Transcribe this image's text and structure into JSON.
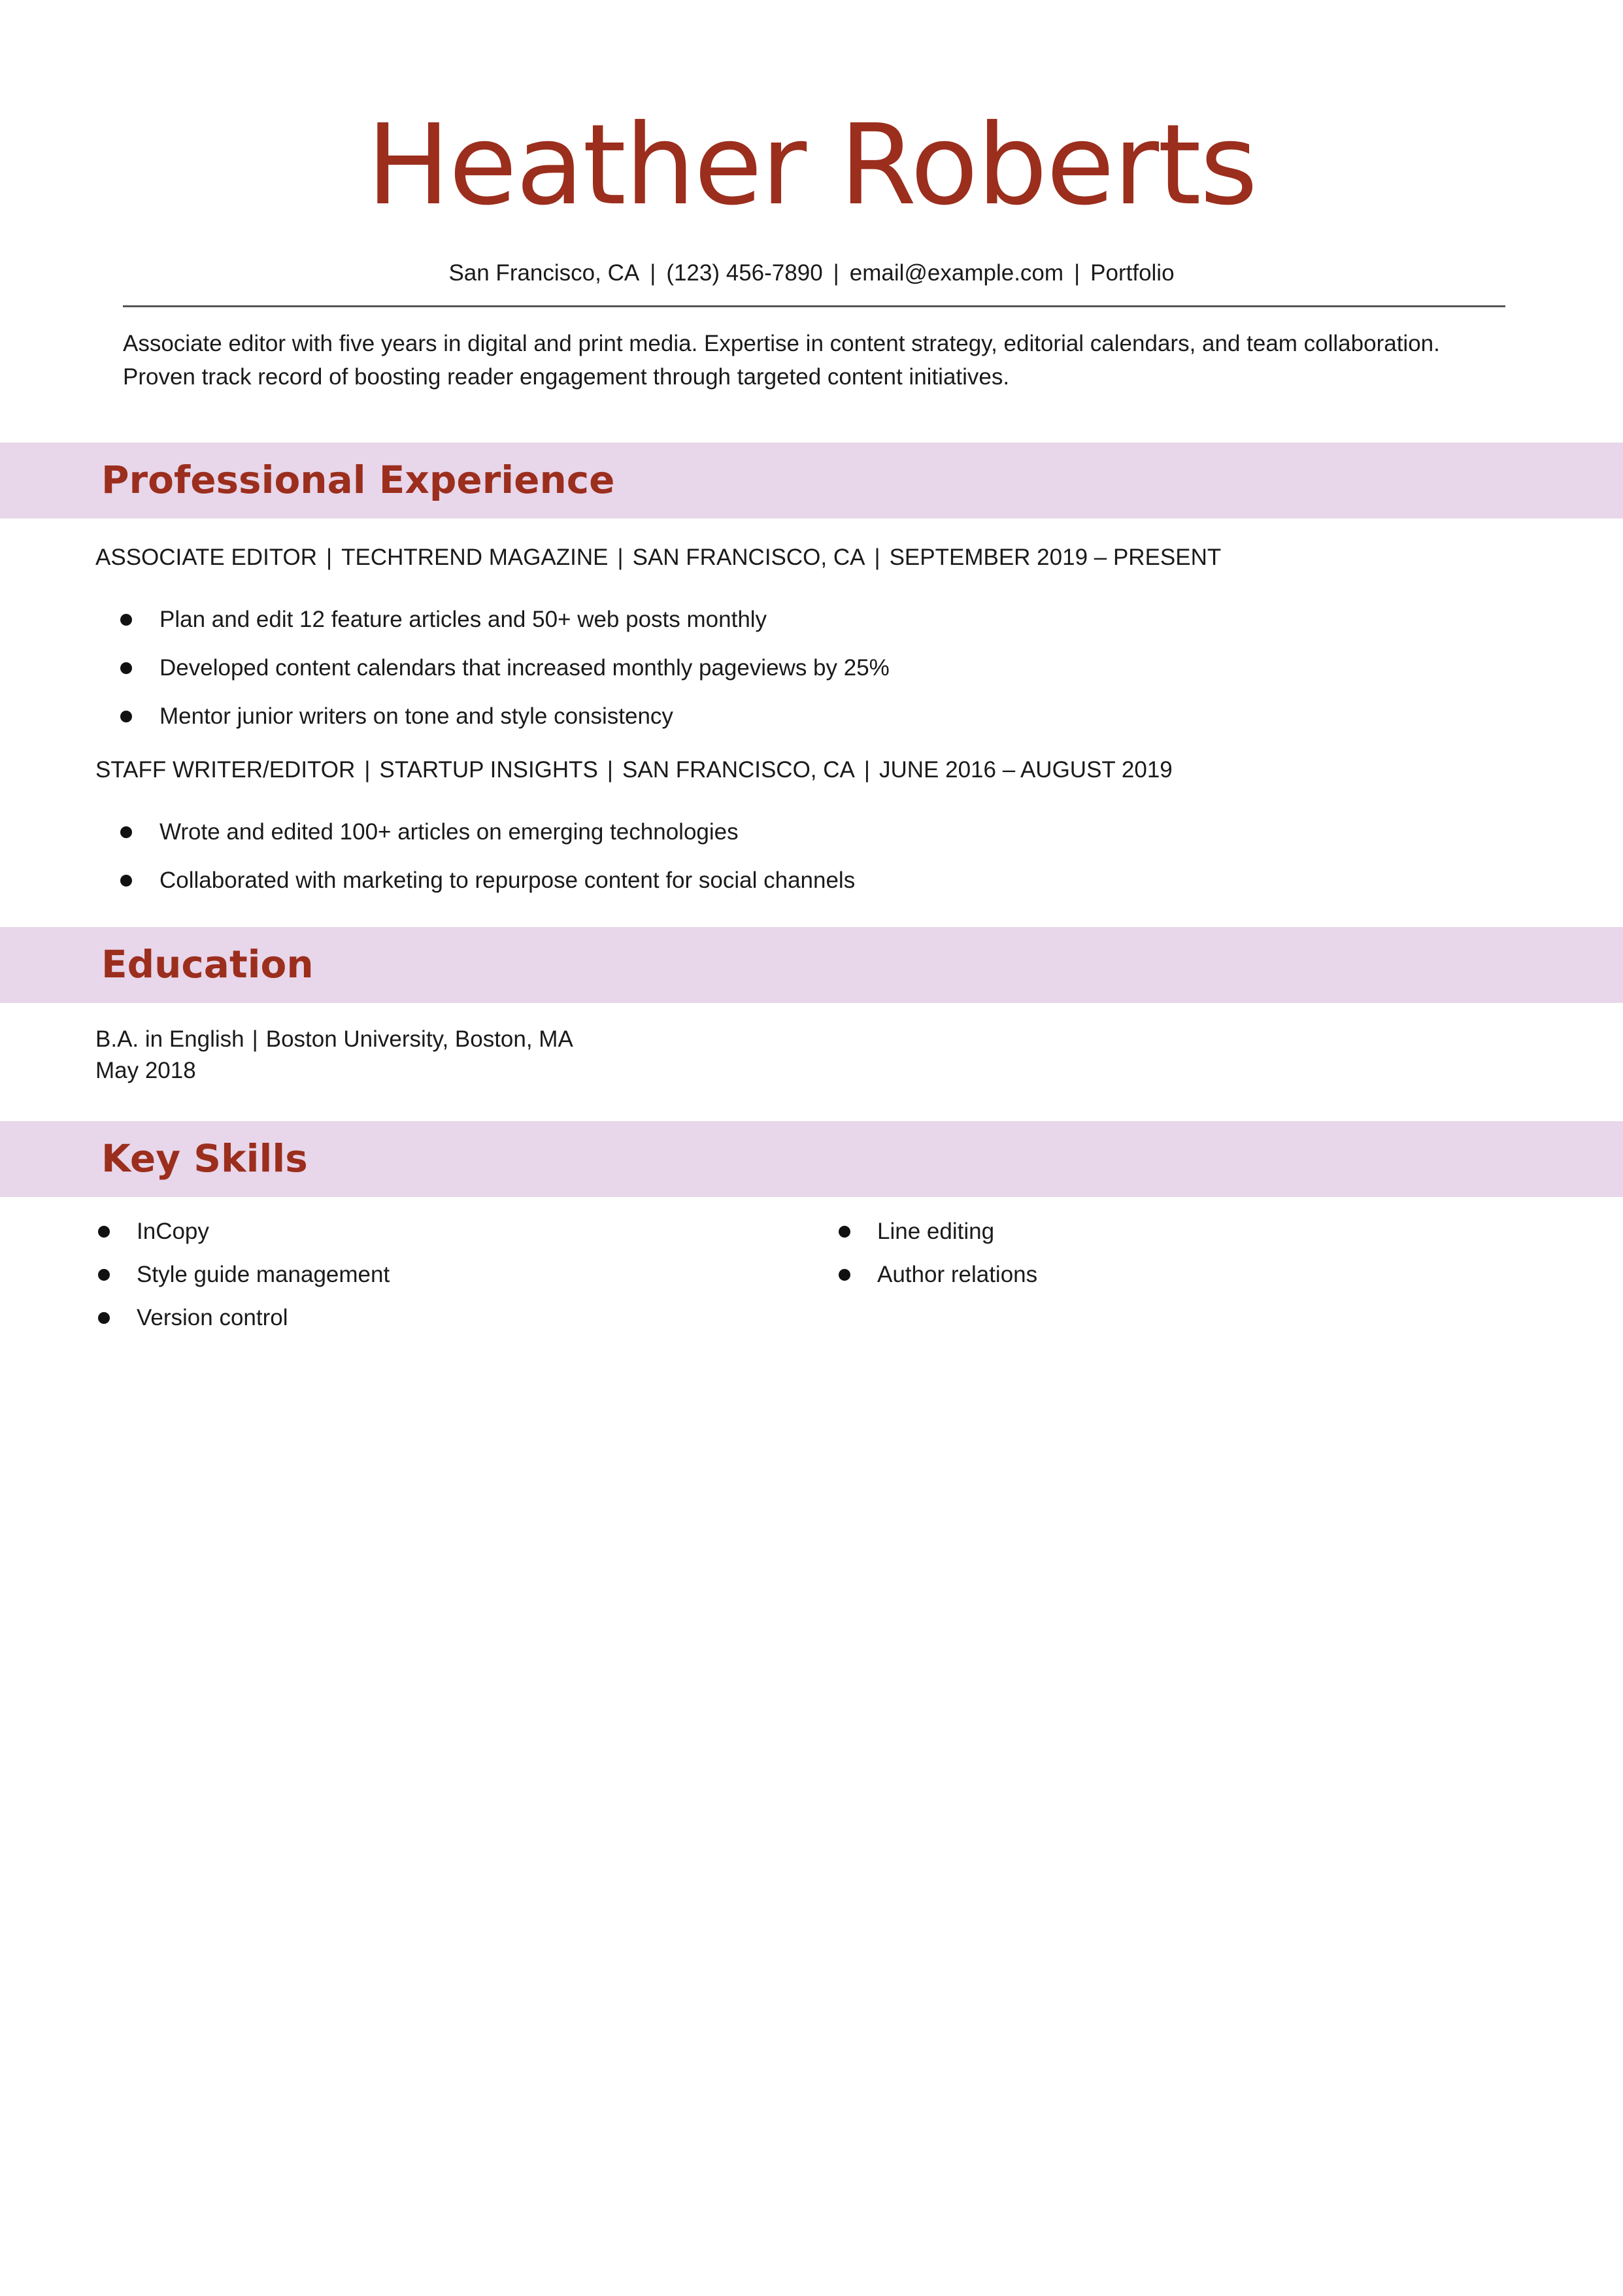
{
  "header": {
    "name": "Heather Roberts",
    "contact": {
      "location": "San Francisco, CA",
      "phone": "(123) 456-7890",
      "email": "email@example.com",
      "portfolio": "Portfolio",
      "separator": "|"
    }
  },
  "summary": {
    "line1": "Associate editor with five years in digital and print media. Expertise in content strategy, editorial calendars, and team collaboration.",
    "line2": "Proven track record of boosting reader engagement through targeted content initiatives."
  },
  "experience": {
    "heading": "Professional Experience",
    "jobs": [
      {
        "title": "ASSOCIATE EDITOR",
        "company": "TECHTREND MAGAZINE",
        "location": "SAN FRANCISCO, CA",
        "dates": "SEPTEMBER 2019 – PRESENT",
        "bullets": [
          "Plan and edit 12 feature articles and 50+ web posts monthly",
          "Developed content calendars that increased monthly pageviews by 25%",
          "Mentor junior writers on tone and style consistency"
        ]
      },
      {
        "title": "STAFF WRITER/EDITOR",
        "company": "STARTUP INSIGHTS",
        "location": "SAN FRANCISCO, CA",
        "dates": "JUNE 2016 – AUGUST 2019",
        "bullets": [
          "Wrote and edited 100+ articles on emerging technologies",
          "Collaborated with marketing to repurpose content for social channels"
        ]
      }
    ]
  },
  "education": {
    "heading": "Education",
    "degree": "B.A. in English",
    "school": "Boston University, Boston, MA",
    "date": "May 2018"
  },
  "skills": {
    "heading": "Key Skills",
    "left": [
      "InCopy",
      "Style guide management",
      "Version control"
    ],
    "right": [
      "Line editing",
      "Author relations"
    ]
  },
  "colors": {
    "accent": "#9b2e1d",
    "band": "#e8d6ea",
    "rule": "#555555"
  }
}
